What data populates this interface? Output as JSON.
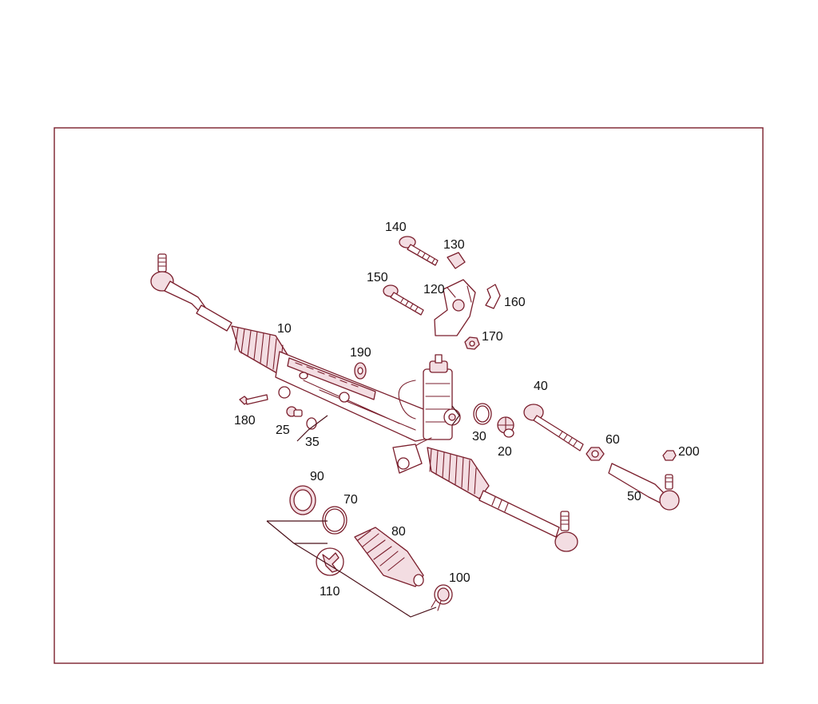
{
  "colors": {
    "frame": "#7a1e2c",
    "parts_stroke": "#7a1e2c",
    "parts_fill": "#f3dde2",
    "label": "#111111"
  },
  "parts": {
    "p10": "10",
    "p20": "20",
    "p25": "25",
    "p30": "30",
    "p35": "35",
    "p40": "40",
    "p50": "50",
    "p60": "60",
    "p70": "70",
    "p80": "80",
    "p90": "90",
    "p100": "100",
    "p110": "110",
    "p120": "120",
    "p130": "130",
    "p140": "140",
    "p150": "150",
    "p160": "160",
    "p170": "170",
    "p180": "180",
    "p190": "190",
    "p200": "200"
  }
}
